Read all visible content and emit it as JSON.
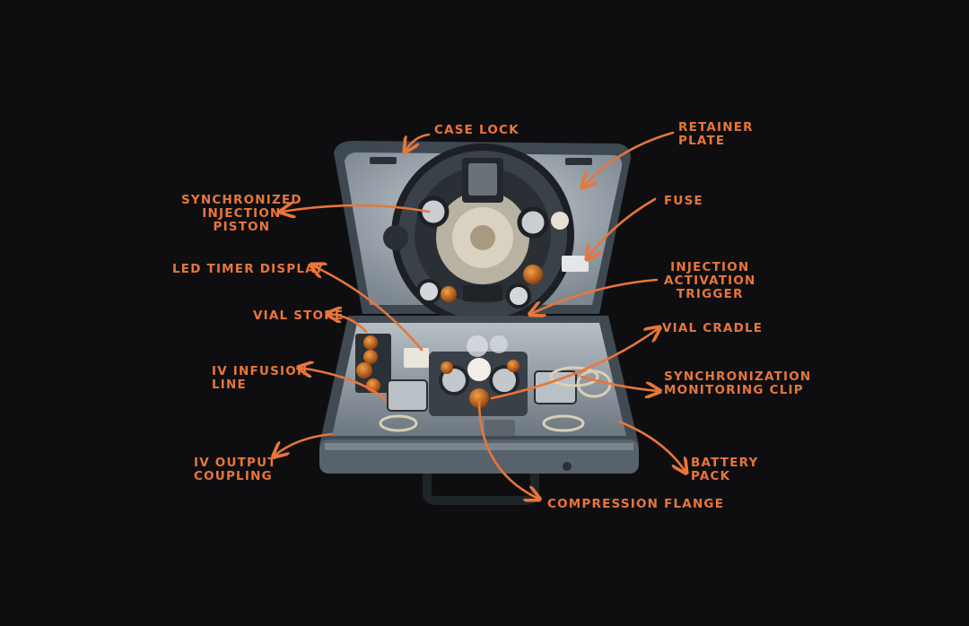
{
  "colors": {
    "background": "#0e0e11",
    "annotation": "#e8763a",
    "case_shell": "#4b5661",
    "case_interior": "#8f9aa3",
    "amber_vial": "#c8620f"
  },
  "labels": {
    "case_lock": "CASE LOCK",
    "retainer_plate": "RETAINER\nPLATE",
    "synchronized_injection_piston": "SYNCHRONIZED\nINJECTION\nPISTON",
    "fuse": "FUSE",
    "led_timer_display": "LED TIMER DISPLAY",
    "injection_activation_trigger": "INJECTION\nACTIVATION\nTRIGGER",
    "vial_store": "VIAL STORE",
    "vial_cradle": "VIAL CRADLE",
    "iv_infusion_line": "IV INFUSION\nLINE",
    "synchronization_monitoring_clip": "SYNCHRONIZATION\nMONITORING CLIP",
    "iv_output_coupling": "IV OUTPUT\nCOUPLING",
    "battery_pack": "BATTERY\nPACK",
    "compression_flange": "COMPRESSION FLANGE"
  }
}
